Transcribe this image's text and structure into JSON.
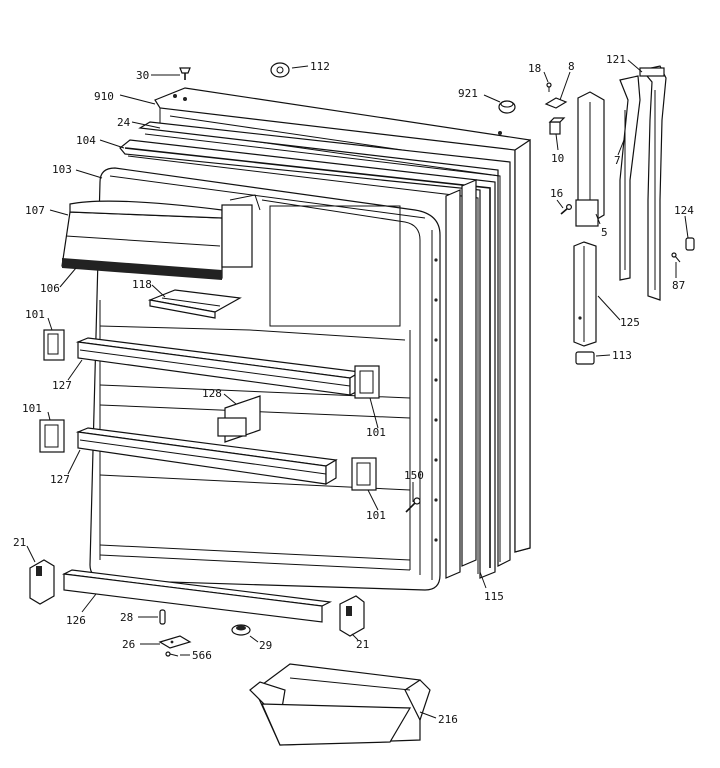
{
  "labels": {
    "l30": "30",
    "l112": "112",
    "l910": "910",
    "l24": "24",
    "l104": "104",
    "l103": "103",
    "l107": "107",
    "l106": "106",
    "l118": "118",
    "l101a": "101",
    "l127a": "127",
    "l128": "128",
    "l101b": "101",
    "l127b": "127",
    "l101c": "101",
    "l101d": "101",
    "l150": "150",
    "l21a": "21",
    "l126": "126",
    "l28": "28",
    "l26": "26",
    "l566": "566",
    "l29": "29",
    "l21b": "21",
    "l115": "115",
    "l216": "216",
    "l921": "921",
    "l18": "18",
    "l8": "8",
    "l10": "10",
    "l16": "16",
    "l5": "5",
    "l121": "121",
    "l7": "7",
    "l124": "124",
    "l87": "87",
    "l125": "125",
    "l113": "113"
  }
}
